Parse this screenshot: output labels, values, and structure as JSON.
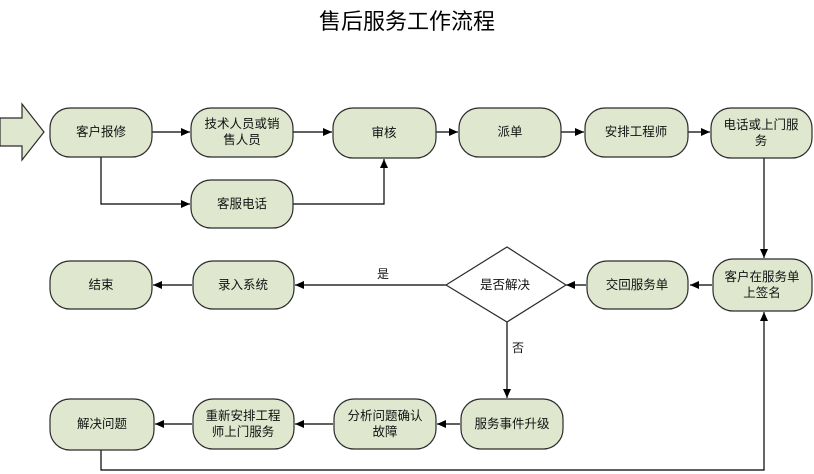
{
  "title": "售后服务工作流程",
  "colors": {
    "node_fill": "#dfe8cf",
    "decision_fill": "#ffffff",
    "start_arrow_fill": "#dfe8cf",
    "stroke": "#2b2b2b"
  },
  "nodes": {
    "customer_report": [
      "客户报修"
    ],
    "tech_sales": [
      "技术人员或销",
      "售人员"
    ],
    "service_phone": [
      "客服电话"
    ],
    "review": [
      "审核"
    ],
    "dispatch": [
      "派单"
    ],
    "assign_engineer": [
      "安排工程师"
    ],
    "phone_or_onsite": [
      "电话或上门服",
      "务"
    ],
    "customer_sign": [
      "客户在服务单",
      "上签名"
    ],
    "return_form": [
      "交回服务单"
    ],
    "resolved_decision": [
      "是否解决"
    ],
    "record_system": [
      "录入系统"
    ],
    "end": [
      "结束"
    ],
    "escalate": [
      "服务事件升级"
    ],
    "analyze": [
      "分析问题确认",
      "故障"
    ],
    "reassign": [
      "重新安排工程",
      "师上门服务"
    ],
    "solve": [
      "解决问题"
    ]
  },
  "edge_labels": {
    "yes": "是",
    "no": "否"
  }
}
